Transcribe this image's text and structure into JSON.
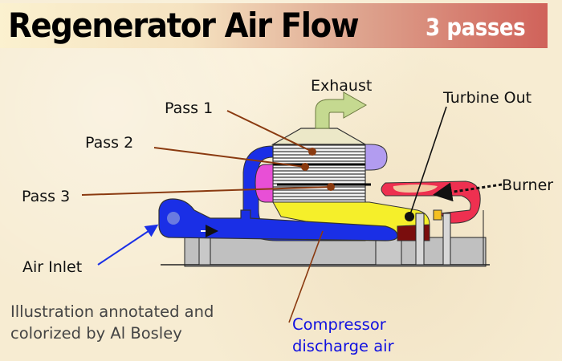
{
  "header": {
    "title": "Regenerator Air Flow",
    "subtitle": "3 passes"
  },
  "labels": {
    "exhaust": "Exhaust",
    "pass1": "Pass 1",
    "pass2": "Pass 2",
    "pass3": "Pass 3",
    "turbine_out": "Turbine Out",
    "burner": "Burner",
    "air_inlet": "Air Inlet",
    "compressor_line1": "Compressor",
    "compressor_line2": "discharge air"
  },
  "credit": {
    "line1": "Illustration annotated and",
    "line2": "colorized by Al Bosley"
  },
  "colors": {
    "inlet_air": "#1a2fe6",
    "pass_chamber_pink": "#e84fd6",
    "pass_chamber_lavender": "#b29cf0",
    "burner": "#ee3050",
    "turbine_exhaust": "#f5ef2a",
    "exhaust_arrow": "#c5d990",
    "leader_line": "#8a3a10",
    "base": "#c0c0c0"
  }
}
